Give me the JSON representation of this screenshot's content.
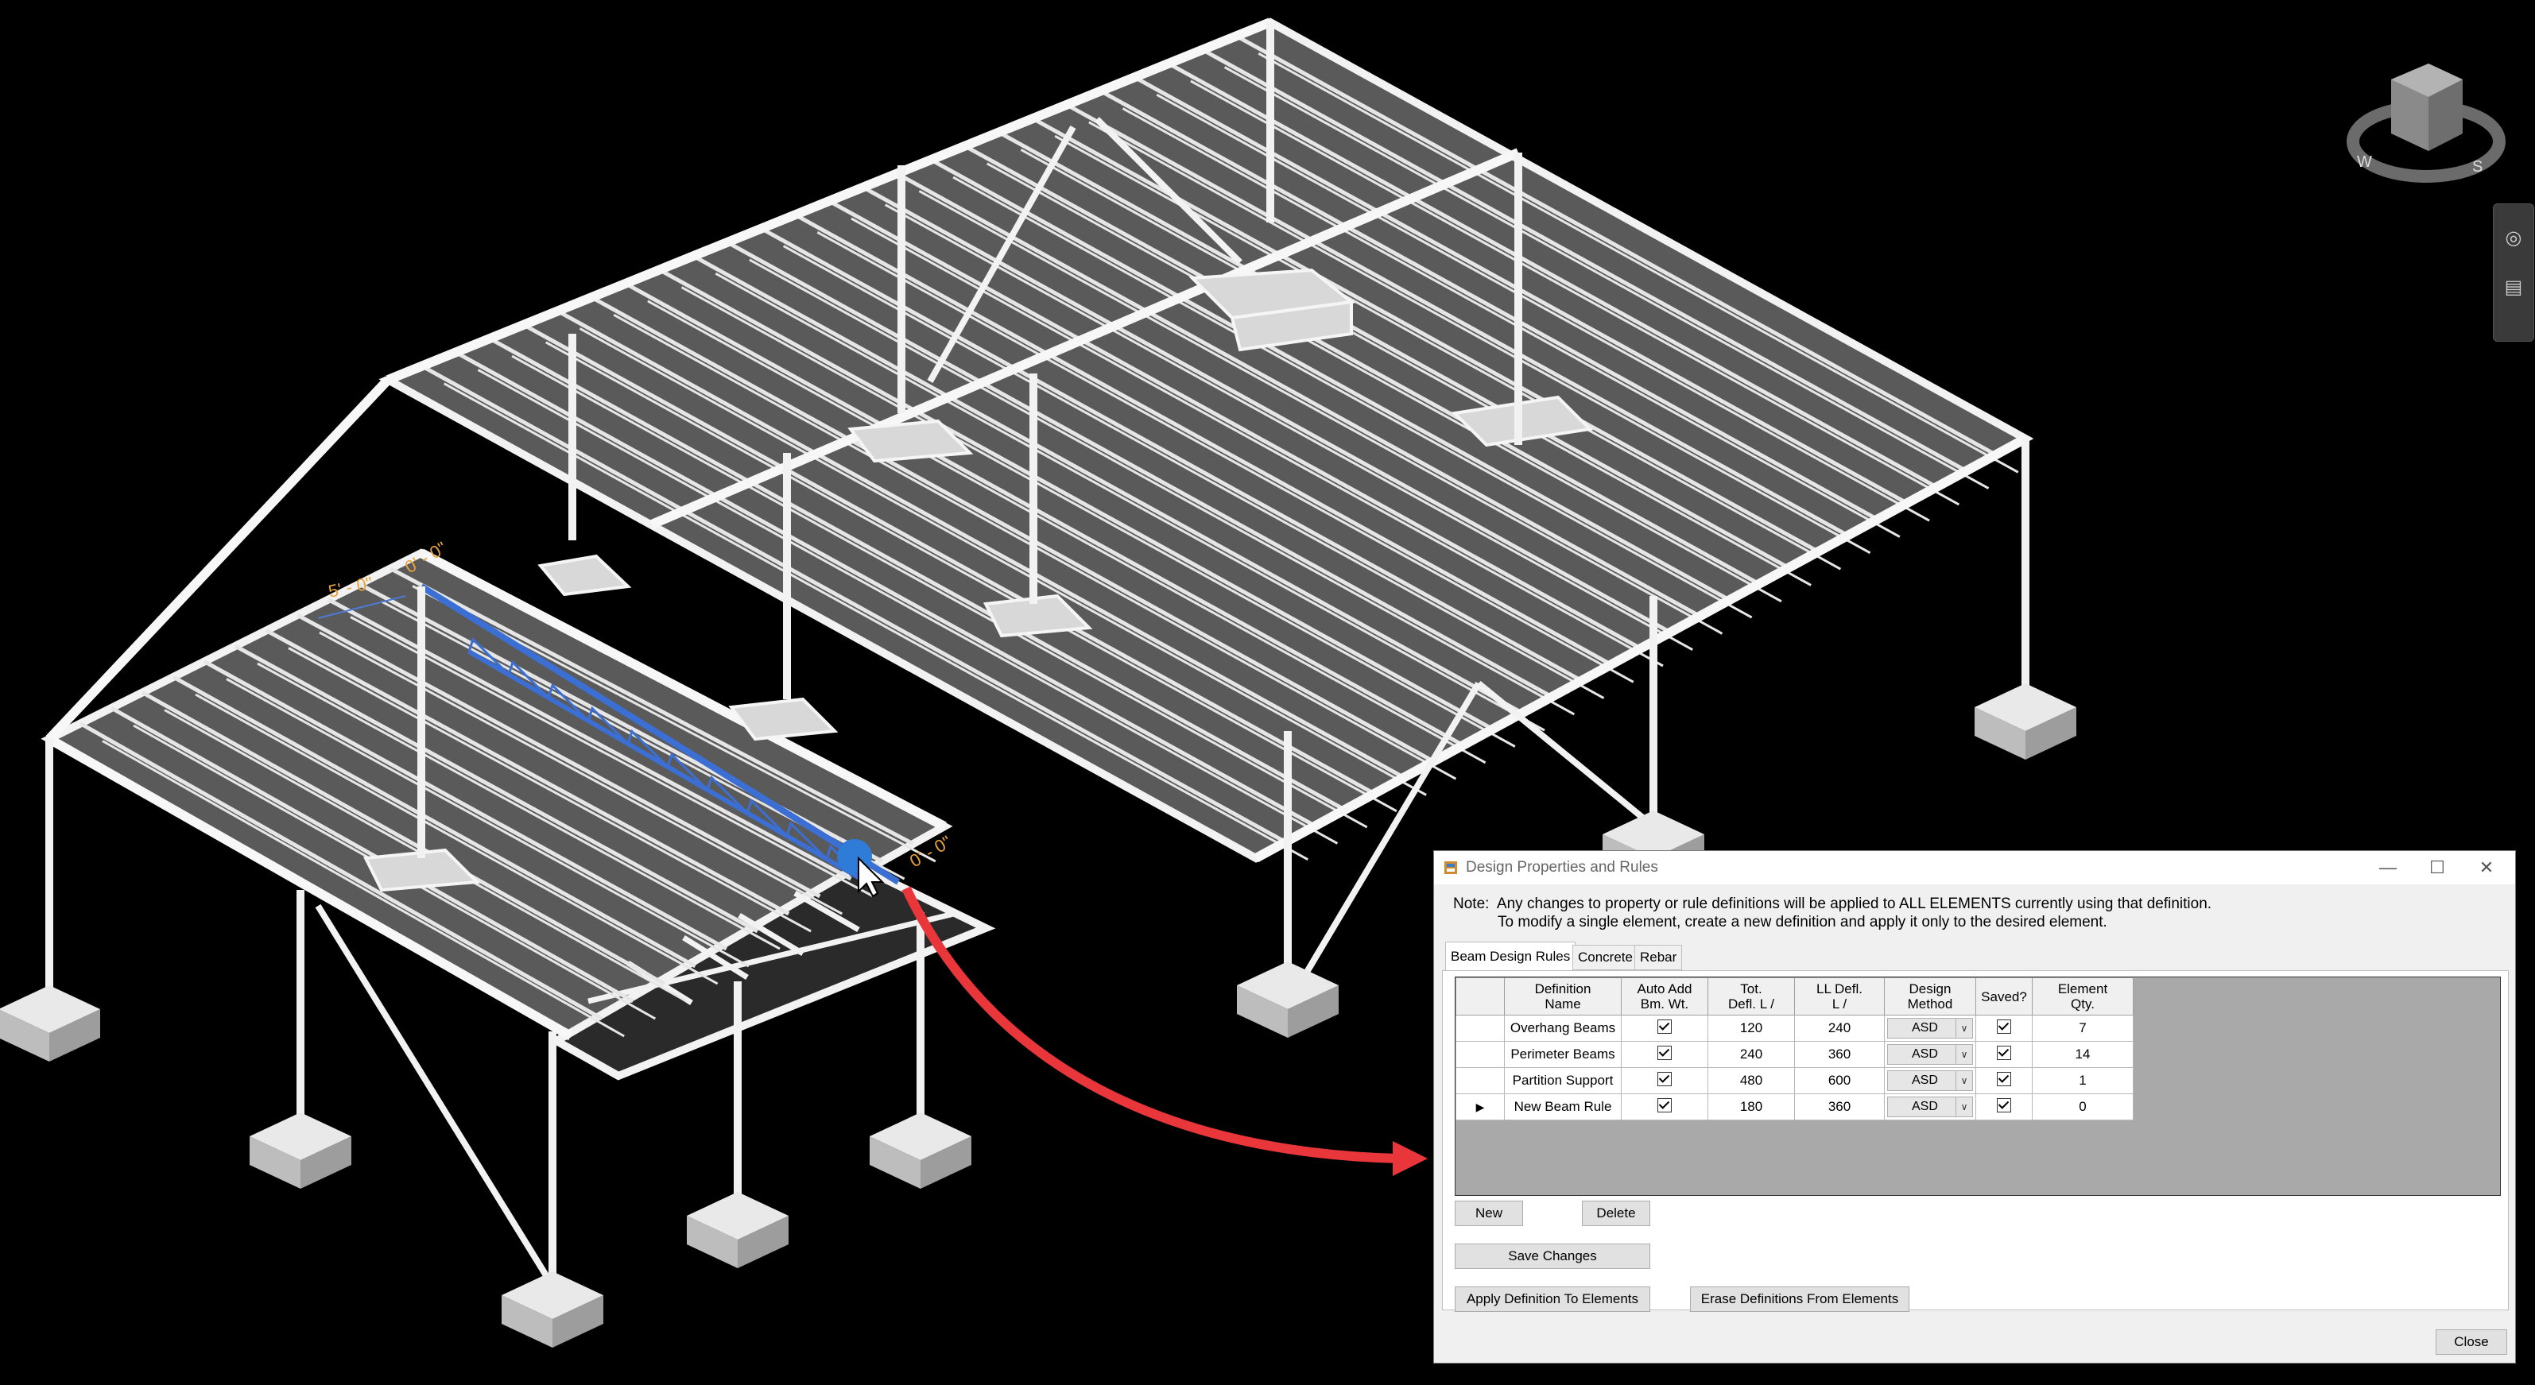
{
  "viewport": {
    "dimension_left": "5' - 0\"",
    "dimension_top": "0' - 0\"",
    "dimension_bottom": "0' - 0\"",
    "viewcube_compass": [
      "W",
      "S"
    ]
  },
  "dialog": {
    "title": "Design Properties and Rules",
    "note_line1": "Note:  Any changes to property or rule definitions will be applied to ALL ELEMENTS currently using that definition.",
    "note_line2": "To modify a single element, create a new definition and apply it only to the desired element.",
    "tabs": [
      "Beam Design Rules",
      "Concrete",
      "Rebar"
    ],
    "active_tab": "Beam Design Rules",
    "table": {
      "headers": [
        [
          "Definition",
          "Name"
        ],
        [
          "Auto Add",
          "Bm. Wt."
        ],
        [
          "Tot.",
          "Defl. L /"
        ],
        [
          "LL Defl.",
          "L /"
        ],
        [
          "Design",
          "Method"
        ],
        [
          "Saved?",
          ""
        ],
        [
          "Element",
          "Qty."
        ]
      ],
      "rows": [
        {
          "name": "Overhang Beams",
          "auto_add": true,
          "tot_defl": "120",
          "ll_defl": "240",
          "method": "ASD",
          "saved": true,
          "qty": "7"
        },
        {
          "name": "Perimeter Beams",
          "auto_add": true,
          "tot_defl": "240",
          "ll_defl": "360",
          "method": "ASD",
          "saved": true,
          "qty": "14"
        },
        {
          "name": "Partition Support",
          "auto_add": true,
          "tot_defl": "480",
          "ll_defl": "600",
          "method": "ASD",
          "saved": true,
          "qty": "1"
        },
        {
          "name": "New Beam Rule",
          "auto_add": true,
          "tot_defl": "180",
          "ll_defl": "360",
          "method": "ASD",
          "saved": true,
          "qty": "0"
        }
      ]
    },
    "buttons": {
      "new": "New",
      "delete": "Delete",
      "save_changes": "Save Changes",
      "apply": "Apply Definition To Elements",
      "erase": "Erase Definitions From Elements",
      "close": "Close"
    },
    "window_controls": {
      "minimize": "—",
      "maximize": "☐",
      "close": "✕"
    }
  },
  "colors": {
    "background": "#000000",
    "slab": "#5a5a5a",
    "steel": "#f2f2f2",
    "selected_beam": "#3b6fd4",
    "arrow": "#e8363a",
    "dimension": "#e8a33a"
  }
}
